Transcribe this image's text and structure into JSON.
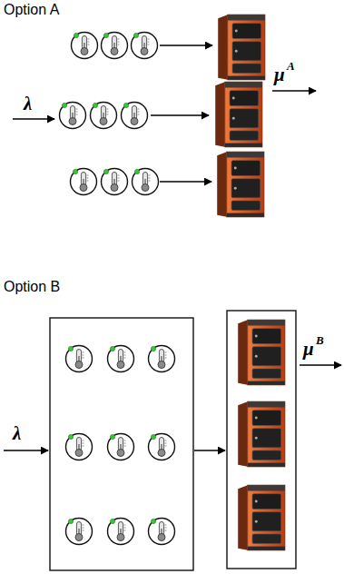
{
  "diagram": {
    "labels": [
      "Option A",
      "λ",
      "μ",
      "A",
      "Option B",
      "λ",
      "μ",
      "B"
    ]
  }
}
